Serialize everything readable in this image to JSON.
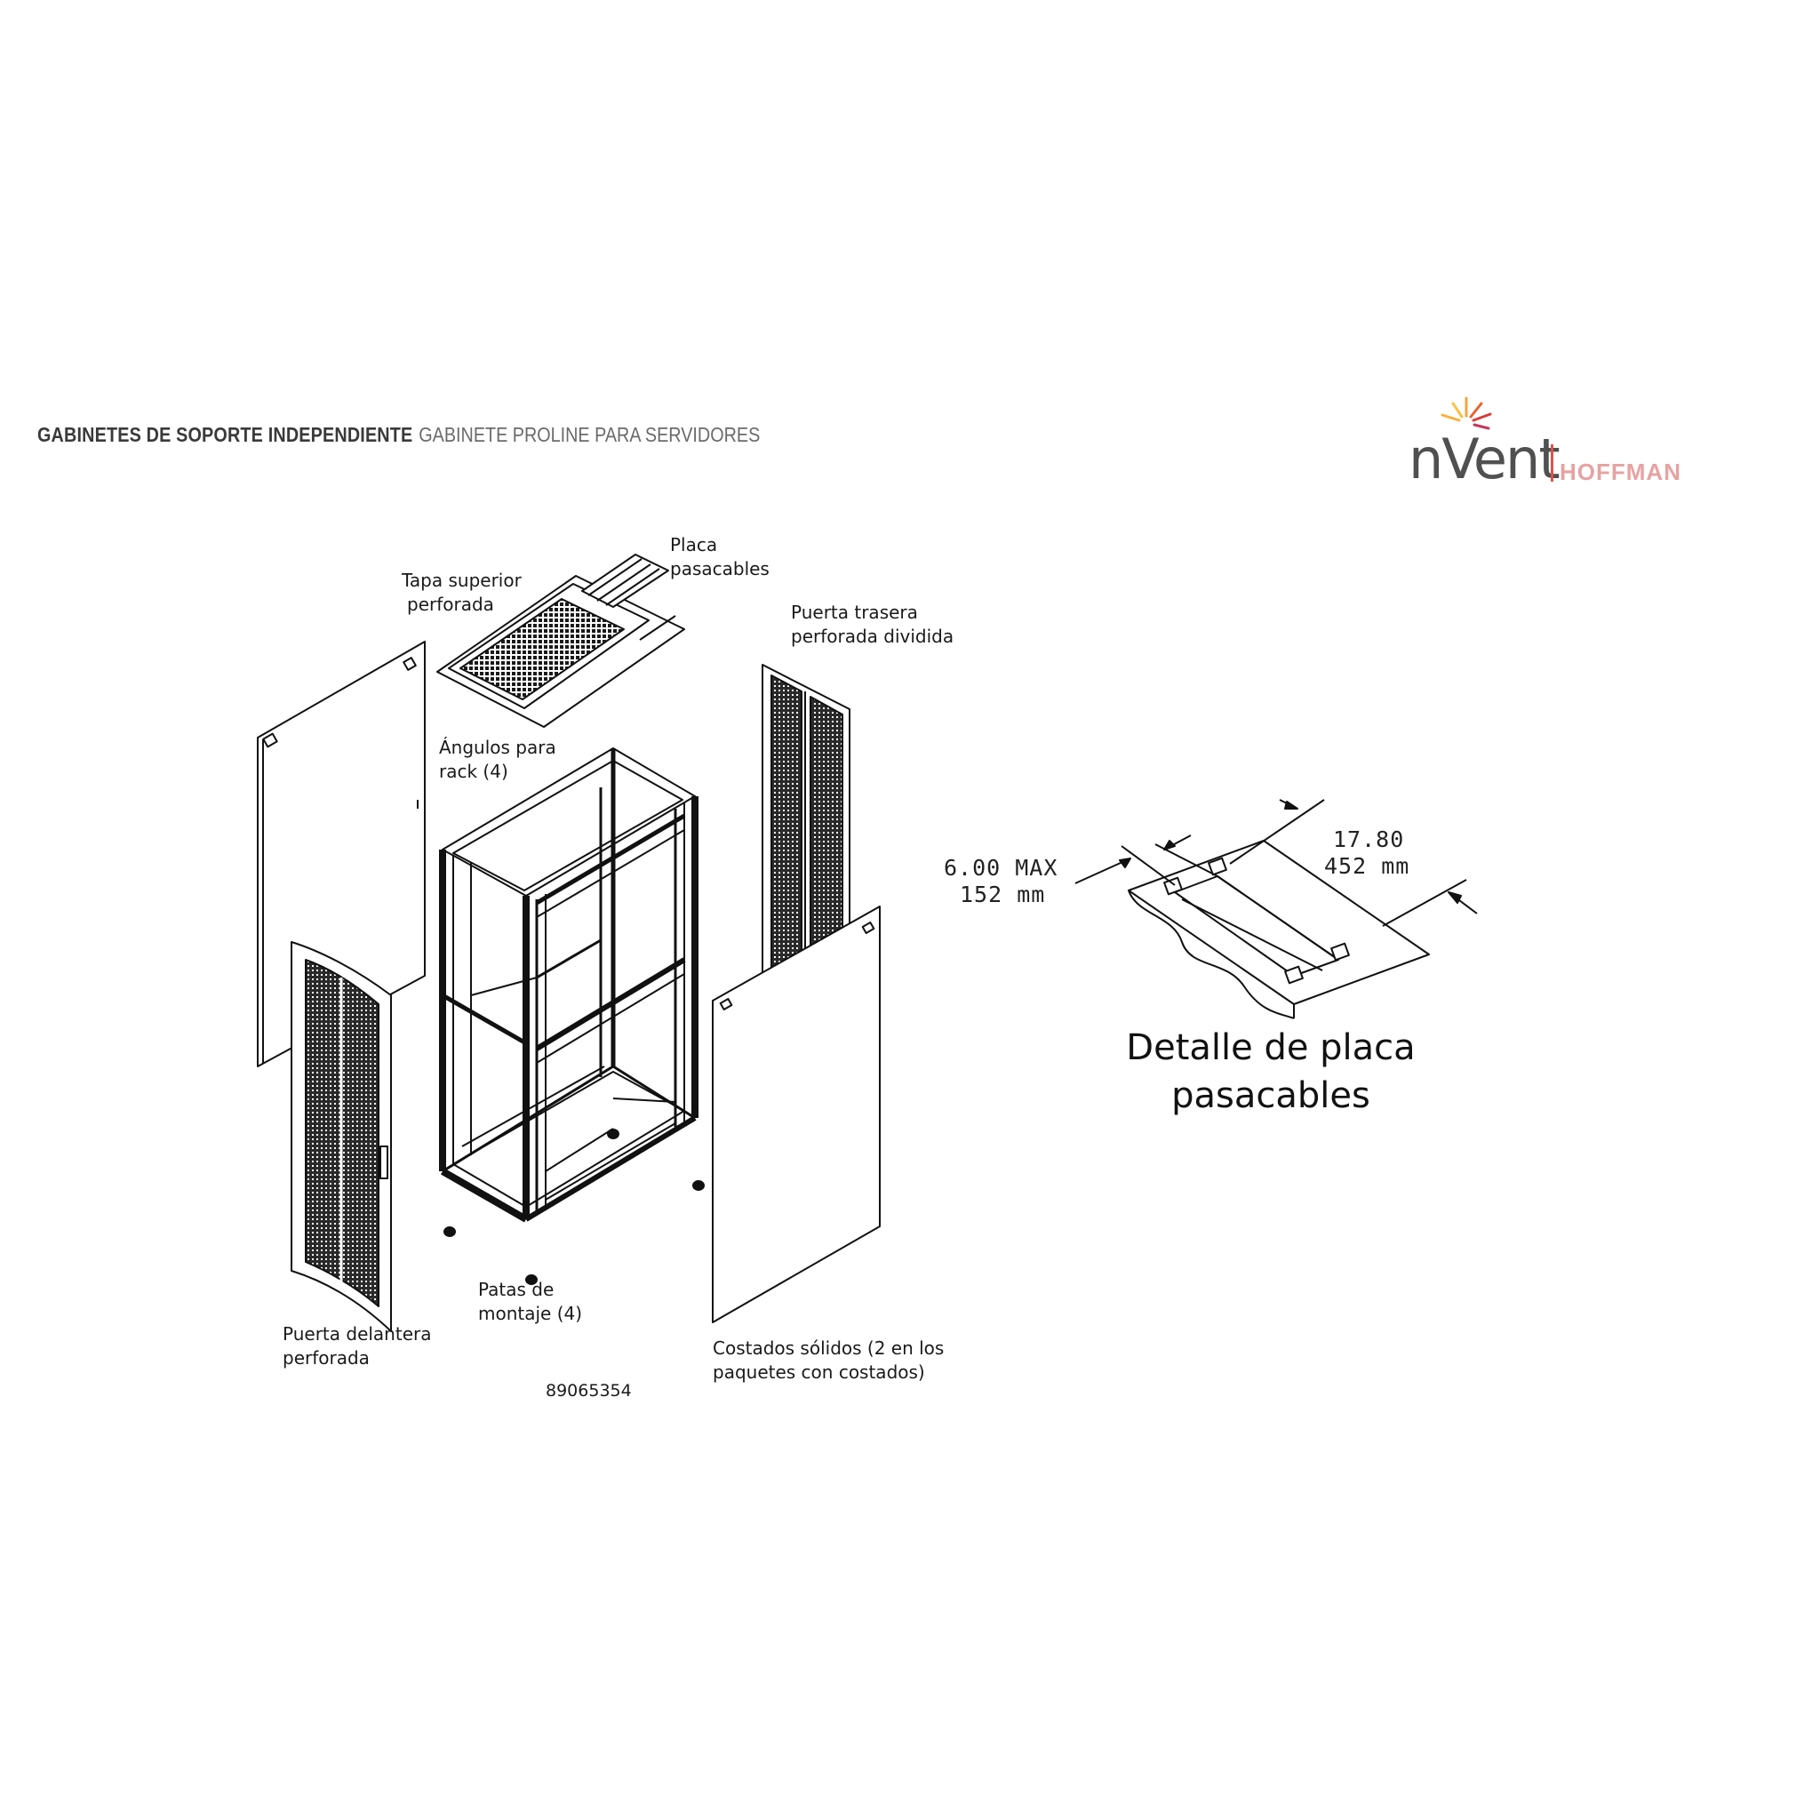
{
  "header": {
    "category": "GABINETES DE SOPORTE INDEPENDIENTE",
    "product": "GABINETE PROLINE PARA SERVIDORES"
  },
  "logo": {
    "brand": "nVent",
    "sub_brand": "HOFFMAN",
    "brand_color": "#d9534f"
  },
  "labels": {
    "placa_line1": "Placa",
    "placa_line2": "pasacables",
    "tapa_line1": "Tapa superior",
    "tapa_line2": "perforada",
    "puerta_trasera_line1": "Puerta trasera",
    "puerta_trasera_line2": "perforada dividida",
    "angulos_line1": "Ángulos para",
    "angulos_line2": "rack (4)",
    "puerta_delantera_line1": "Puerta delantera",
    "puerta_delantera_line2": "perforada",
    "patas_line1": "Patas de",
    "patas_line2": "montaje (4)",
    "costados_line1": "Costados sólidos (2 en los",
    "costados_line2": "paquetes con costados)",
    "part_number": "89065354"
  },
  "detail": {
    "title_line1": "Detalle de placa",
    "title_line2": "pasacables",
    "dim_a_in": "6.00 MAX",
    "dim_a_mm": "152 mm",
    "dim_b_in": "17.80",
    "dim_b_mm": "452 mm"
  }
}
